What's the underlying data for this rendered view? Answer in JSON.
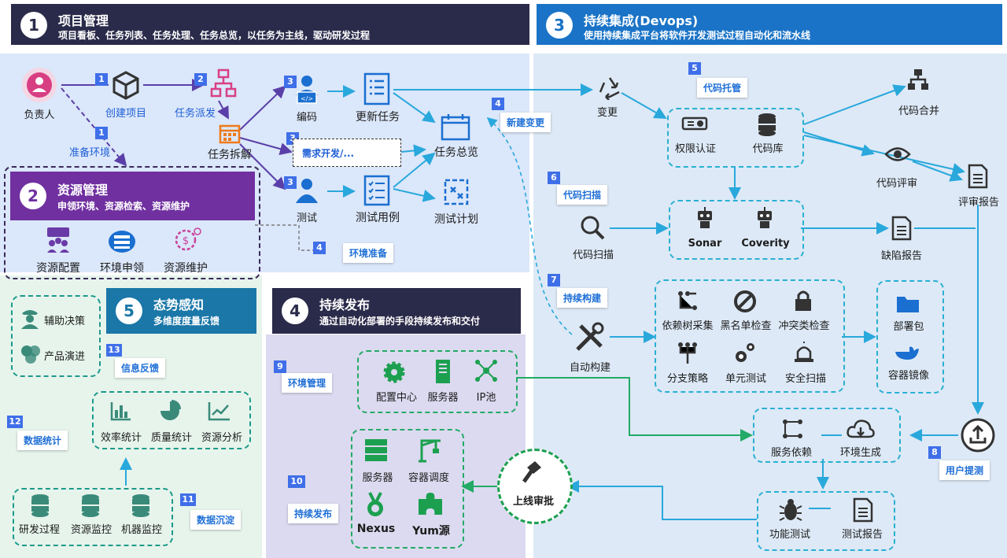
{
  "s1": {
    "num": "1",
    "title": "项目管理",
    "subtitle": "项目看板、任务列表、任务处理、任务总览，以任务为主线，驱动研发过程"
  },
  "s3": {
    "num": "3",
    "title": "持续集成(Devops)",
    "subtitle": "使用持续集成平台将软件开发测试过程自动化和流水线"
  },
  "s2": {
    "num": "2",
    "title": "资源管理",
    "subtitle": "申领环境、资源检索、资源维护"
  },
  "s5": {
    "num": "5",
    "title": "态势感知",
    "subtitle": "多维度度量反馈"
  },
  "s4": {
    "num": "4",
    "title": "持续发布",
    "subtitle": "通过自动化部署的手段持续发布和交付"
  },
  "pm": {
    "owner": "负责人",
    "create": "创建项目",
    "dispatch": "任务派发",
    "prepare": "准备环境",
    "split": "任务拆解",
    "code": "编码",
    "update": "更新任务",
    "overview": "任务总览",
    "demand": "需求开发/...",
    "test": "测试",
    "testcase": "测试用例",
    "testplan": "测试计划",
    "newchange": "新建变更",
    "envprep": "环境准备"
  },
  "rm": {
    "config": "资源配置",
    "apply": "环境申领",
    "maint": "资源维护"
  },
  "ci": {
    "change": "变更",
    "hosting": "代码托管",
    "merge": "代码合并",
    "auth": "权限认证",
    "repo": "代码库",
    "review": "代码评审",
    "reviewreport": "评审报告",
    "scan_label": "代码扫描",
    "scan": "代码扫描",
    "sonar": "Sonar",
    "coverity": "Coverity",
    "defect": "缺陷报告",
    "build_label": "持续构建",
    "build": "自动构建",
    "dep": "依赖树采集",
    "black": "黑名单检查",
    "conflict": "冲突类检查",
    "branch": "分支策略",
    "unit": "单元测试",
    "security": "安全扫描",
    "pkg": "部署包",
    "image": "容器镜像",
    "svcdep": "服务依赖",
    "envgen": "环境生成",
    "usertest": "用户提测",
    "functest": "功能测试",
    "testreport": "测试报告"
  },
  "cd": {
    "envmgmt": "环境管理",
    "confcenter": "配置中心",
    "server": "服务器",
    "ippool": "IP池",
    "release": "持续发布",
    "server2": "服务器",
    "orchestrate": "容器调度",
    "nexus": "Nexus",
    "yum": "Yum源",
    "approve": "上线审批"
  },
  "sa": {
    "decision": "辅助决策",
    "evolve": "产品演进",
    "feedback": "信息反馈",
    "stats": "数据统计",
    "eff": "效率统计",
    "quality": "质量统计",
    "analysis": "资源分析",
    "sediment": "数据沉淀",
    "rd": "研发过程",
    "resmon": "资源监控",
    "machmon": "机器监控"
  },
  "tags": {
    "t1": "1",
    "t2": "2",
    "t3": "3",
    "t4": "4",
    "t5": "5",
    "t6": "6",
    "t7": "7",
    "t8": "8",
    "t9": "9",
    "t10": "10",
    "t11": "11",
    "t12": "12",
    "t13": "13"
  },
  "colors": {
    "hdr1": "#2a2a4a",
    "hdr3": "#1a73c6",
    "hdr2": "#7030a0",
    "hdr5": "#1a77a8",
    "hdr4": "#2a2a4a",
    "accent": "#1f6fd6",
    "cyan": "#29b0d2",
    "green": "#22aa66"
  }
}
